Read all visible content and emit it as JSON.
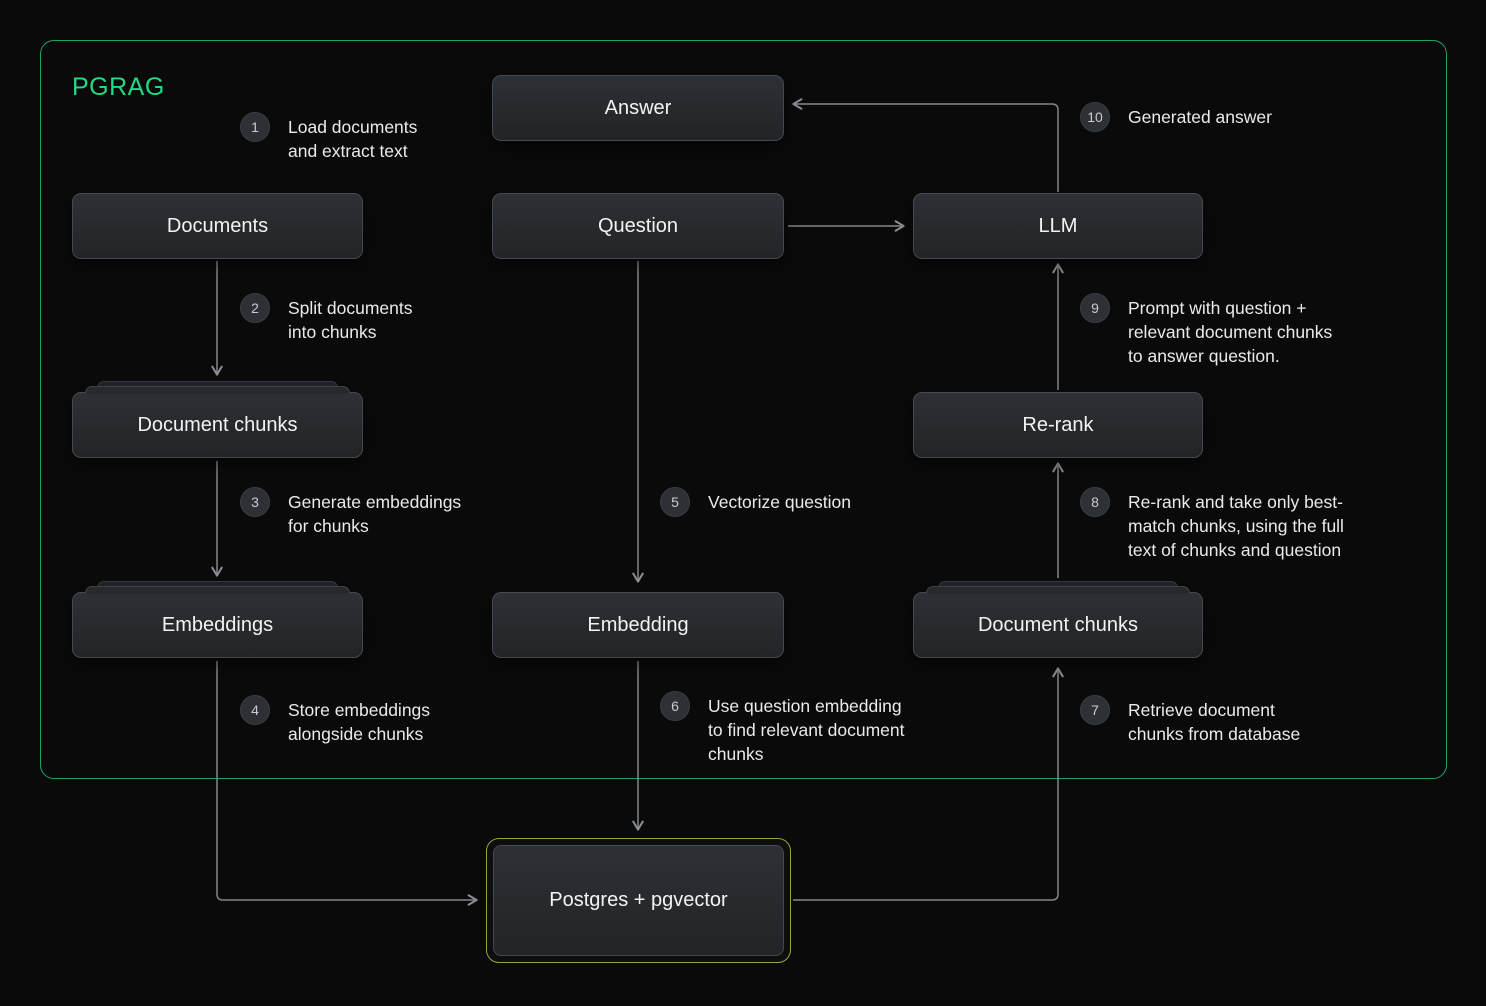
{
  "title": "PGRAG",
  "nodes": {
    "answer": {
      "label": "Answer"
    },
    "documents": {
      "label": "Documents"
    },
    "question": {
      "label": "Question"
    },
    "llm": {
      "label": "LLM"
    },
    "document_chunks_left": {
      "label": "Document chunks"
    },
    "re_rank": {
      "label": "Re-rank"
    },
    "embeddings": {
      "label": "Embeddings"
    },
    "embedding": {
      "label": "Embedding"
    },
    "document_chunks_right": {
      "label": "Document chunks"
    },
    "postgres": {
      "label": "Postgres + pgvector"
    }
  },
  "steps": [
    {
      "num": "1",
      "text": "Load documents\nand extract text"
    },
    {
      "num": "2",
      "text": "Split documents\ninto chunks"
    },
    {
      "num": "3",
      "text": "Generate embeddings\nfor chunks"
    },
    {
      "num": "4",
      "text": "Store embeddings\nalongside chunks"
    },
    {
      "num": "5",
      "text": "Vectorize question"
    },
    {
      "num": "6",
      "text": "Use question embedding\nto find relevant document\nchunks"
    },
    {
      "num": "7",
      "text": "Retrieve document\nchunks from database"
    },
    {
      "num": "8",
      "text": "Re-rank and take only best-\nmatch chunks, using the full\ntext of chunks and question"
    },
    {
      "num": "9",
      "text": "Prompt with question +\nrelevant document chunks\nto answer question."
    },
    {
      "num": "10",
      "text": "Generated answer"
    }
  ],
  "colors": {
    "background": "#0a0a0b",
    "frame_border": "#1fa468",
    "title_green": "#22d985",
    "node_fill": "#26282b",
    "node_border": "#45484c",
    "postgres_border": "#9aa23e",
    "arrow": "#83878b"
  }
}
